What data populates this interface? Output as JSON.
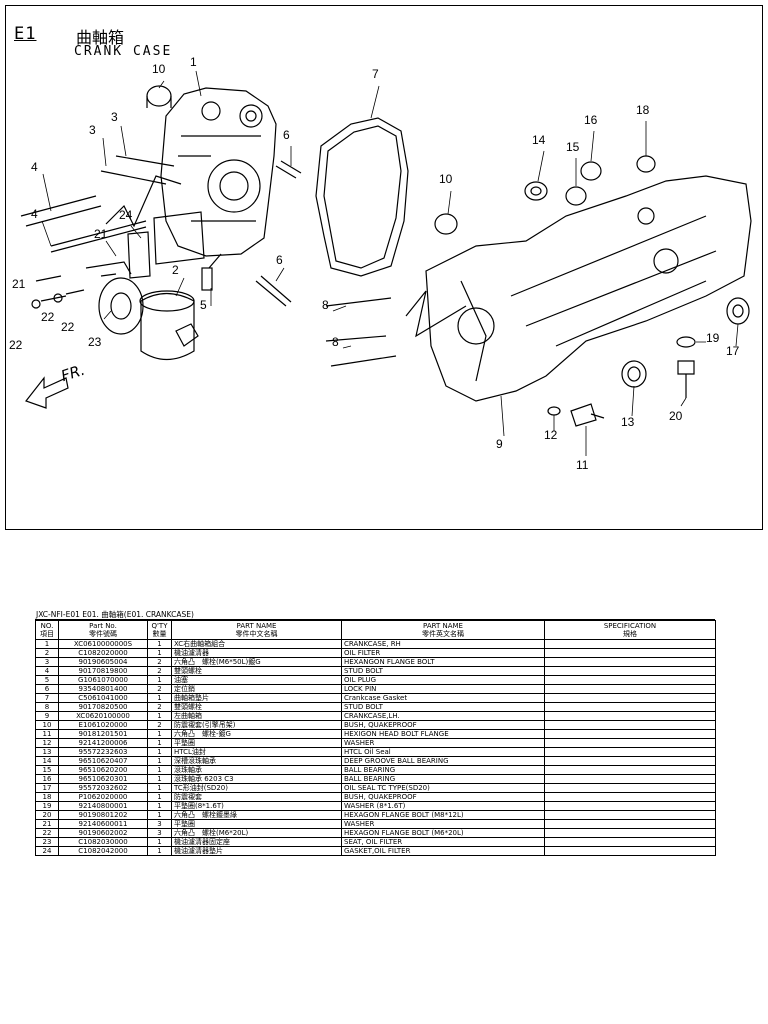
{
  "diagram": {
    "section_code": "E1",
    "title_cn": "曲軸箱",
    "title_en": "CRANK  CASE",
    "front_label": "FR.",
    "callouts": [
      "10",
      "1",
      "7",
      "3",
      "3",
      "6",
      "18",
      "16",
      "14",
      "15",
      "4",
      "10",
      "4",
      "24",
      "21",
      "6",
      "2",
      "21",
      "22",
      "22",
      "23",
      "22",
      "5",
      "8",
      "8",
      "19",
      "17",
      "13",
      "20",
      "9",
      "12",
      "11"
    ]
  },
  "table": {
    "title": "JXC-NFI-E01 E01. 曲軸箱(E01. CRANKCASE)",
    "headers": [
      {
        "en": "NO.",
        "cn": "項目"
      },
      {
        "en": "Part No.",
        "cn": "零件號碼"
      },
      {
        "en": "Q'TY",
        "cn": "數量"
      },
      {
        "en": "PART NAME",
        "cn": "零件中文名稱"
      },
      {
        "en": "PART NAME",
        "cn": "零件英文名稱"
      },
      {
        "en": "SPECIFICATION",
        "cn": "規格"
      }
    ],
    "rows": [
      {
        "no": "1",
        "part_no": "XC0610000000S",
        "qty": "1",
        "name_cn": "XC右曲軸箱組合",
        "name_en": "CRANKCASE, RH",
        "spec": ""
      },
      {
        "no": "2",
        "part_no": "C1082020000",
        "qty": "1",
        "name_cn": "機油濾清器",
        "name_en": "OIL FILTER",
        "spec": ""
      },
      {
        "no": "3",
        "part_no": "90190605004",
        "qty": "2",
        "name_cn": "六角凸　螺栓(M6*50L)鍍G",
        "name_en": "HEXANGON FLANGE BOLT",
        "spec": ""
      },
      {
        "no": "4",
        "part_no": "90170819800",
        "qty": "2",
        "name_cn": "雙頭螺栓",
        "name_en": "STUD BOLT",
        "spec": ""
      },
      {
        "no": "5",
        "part_no": "G1061070000",
        "qty": "1",
        "name_cn": "油塞",
        "name_en": "OIL PLUG",
        "spec": ""
      },
      {
        "no": "6",
        "part_no": "93540801400",
        "qty": "2",
        "name_cn": "定位銷",
        "name_en": "LOCK PIN",
        "spec": ""
      },
      {
        "no": "7",
        "part_no": "C5061041000",
        "qty": "1",
        "name_cn": "曲軸箱墊片",
        "name_en": "Crankcase Gasket",
        "spec": ""
      },
      {
        "no": "8",
        "part_no": "90170820500",
        "qty": "2",
        "name_cn": "雙頭螺栓",
        "name_en": "STUD BOLT",
        "spec": ""
      },
      {
        "no": "9",
        "part_no": "XC0620100000",
        "qty": "1",
        "name_cn": "左曲軸箱",
        "name_en": "CRANKCASE,LH.",
        "spec": ""
      },
      {
        "no": "10",
        "part_no": "E1061020000",
        "qty": "2",
        "name_cn": "防震襯套(引擎吊架)",
        "name_en": "BUSH, QUAKEPROOF",
        "spec": ""
      },
      {
        "no": "11",
        "part_no": "90181201501",
        "qty": "1",
        "name_cn": "六角凸　螺栓-鍍G",
        "name_en": "HEXIGON HEAD BOLT FLANGE",
        "spec": ""
      },
      {
        "no": "12",
        "part_no": "92141200006",
        "qty": "1",
        "name_cn": "平墊圈",
        "name_en": "WASHER",
        "spec": ""
      },
      {
        "no": "13",
        "part_no": "95572232603",
        "qty": "1",
        "name_cn": "HTCL油封",
        "name_en": "HTCL Oil Seal",
        "spec": ""
      },
      {
        "no": "14",
        "part_no": "96510620407",
        "qty": "1",
        "name_cn": "深槽滾珠軸承",
        "name_en": "DEEP GROOVE BALL BEARING",
        "spec": ""
      },
      {
        "no": "15",
        "part_no": "96510620200",
        "qty": "1",
        "name_cn": "滾珠軸承",
        "name_en": "BALL BEARING",
        "spec": ""
      },
      {
        "no": "16",
        "part_no": "96510620301",
        "qty": "1",
        "name_cn": "滾珠軸承 6203 C3",
        "name_en": "BALL BEARING",
        "spec": ""
      },
      {
        "no": "17",
        "part_no": "95572032602",
        "qty": "1",
        "name_cn": "TC形油封(SD20)",
        "name_en": "OIL SEAL TC TYPE(SD20)",
        "spec": ""
      },
      {
        "no": "18",
        "part_no": "P1062020000",
        "qty": "1",
        "name_cn": "防震襯套",
        "name_en": "BUSH, QUAKEPROOF",
        "spec": ""
      },
      {
        "no": "19",
        "part_no": "92140800001",
        "qty": "1",
        "name_cn": "平墊圈(8*1.6T)",
        "name_en": "WASHER (8*1.6T)",
        "spec": ""
      },
      {
        "no": "20",
        "part_no": "90190801202",
        "qty": "1",
        "name_cn": "六角凸　螺栓鍍墨綠",
        "name_en": "HEXAGON FLANGE BOLT (M8*12L)",
        "spec": ""
      },
      {
        "no": "21",
        "part_no": "92140600011",
        "qty": "3",
        "name_cn": "平墊圈",
        "name_en": "WASHER",
        "spec": ""
      },
      {
        "no": "22",
        "part_no": "90190602002",
        "qty": "3",
        "name_cn": "六角凸　螺栓(M6*20L)",
        "name_en": "HEXAGON FLANGE BOLT (M6*20L)",
        "spec": ""
      },
      {
        "no": "23",
        "part_no": "C1082030000",
        "qty": "1",
        "name_cn": "機油濾清器固定座",
        "name_en": "SEAT, OIL FILTER",
        "spec": ""
      },
      {
        "no": "24",
        "part_no": "C1082042000",
        "qty": "1",
        "name_cn": "機油濾清器墊片",
        "name_en": "GASKET,OIL FILTER",
        "spec": ""
      }
    ]
  }
}
